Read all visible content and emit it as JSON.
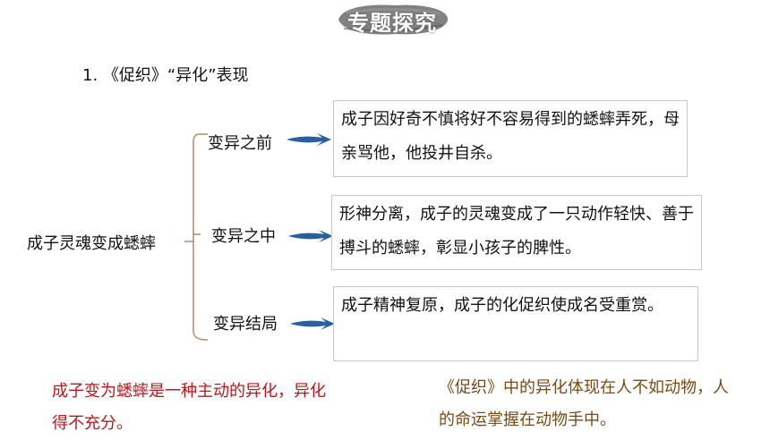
{
  "banner": {
    "title": "专题探究"
  },
  "heading": "1. 《促织》“异化”表现",
  "root": "成子灵魂变成蟋蟀",
  "branches": [
    {
      "label": "变异之前",
      "text": "成子因好奇不慎将好不容易得到的蟋蟀弄死，母亲骂他，他投井自杀。"
    },
    {
      "label": "变异之中",
      "text": "形神分离，成子的灵魂变成了一只动作轻快、善于搏斗的蟋蟀，彰显小孩子的脾性。"
    },
    {
      "label": "变异结局",
      "text": "成子精神复原，成子的化促织使成名受重赏。"
    }
  ],
  "notes": {
    "red": "成子变为蟋蟀是一种主动的异化，异化得不充分。",
    "brown": "《促织》中的异化体现在人不如动物，人的命运掌握在动物手中。"
  },
  "colors": {
    "red_note": "#c0141c",
    "brown_note": "#7a4a12",
    "arrow": "#2a5fa0",
    "banner_ink": "#6b6b6b"
  }
}
